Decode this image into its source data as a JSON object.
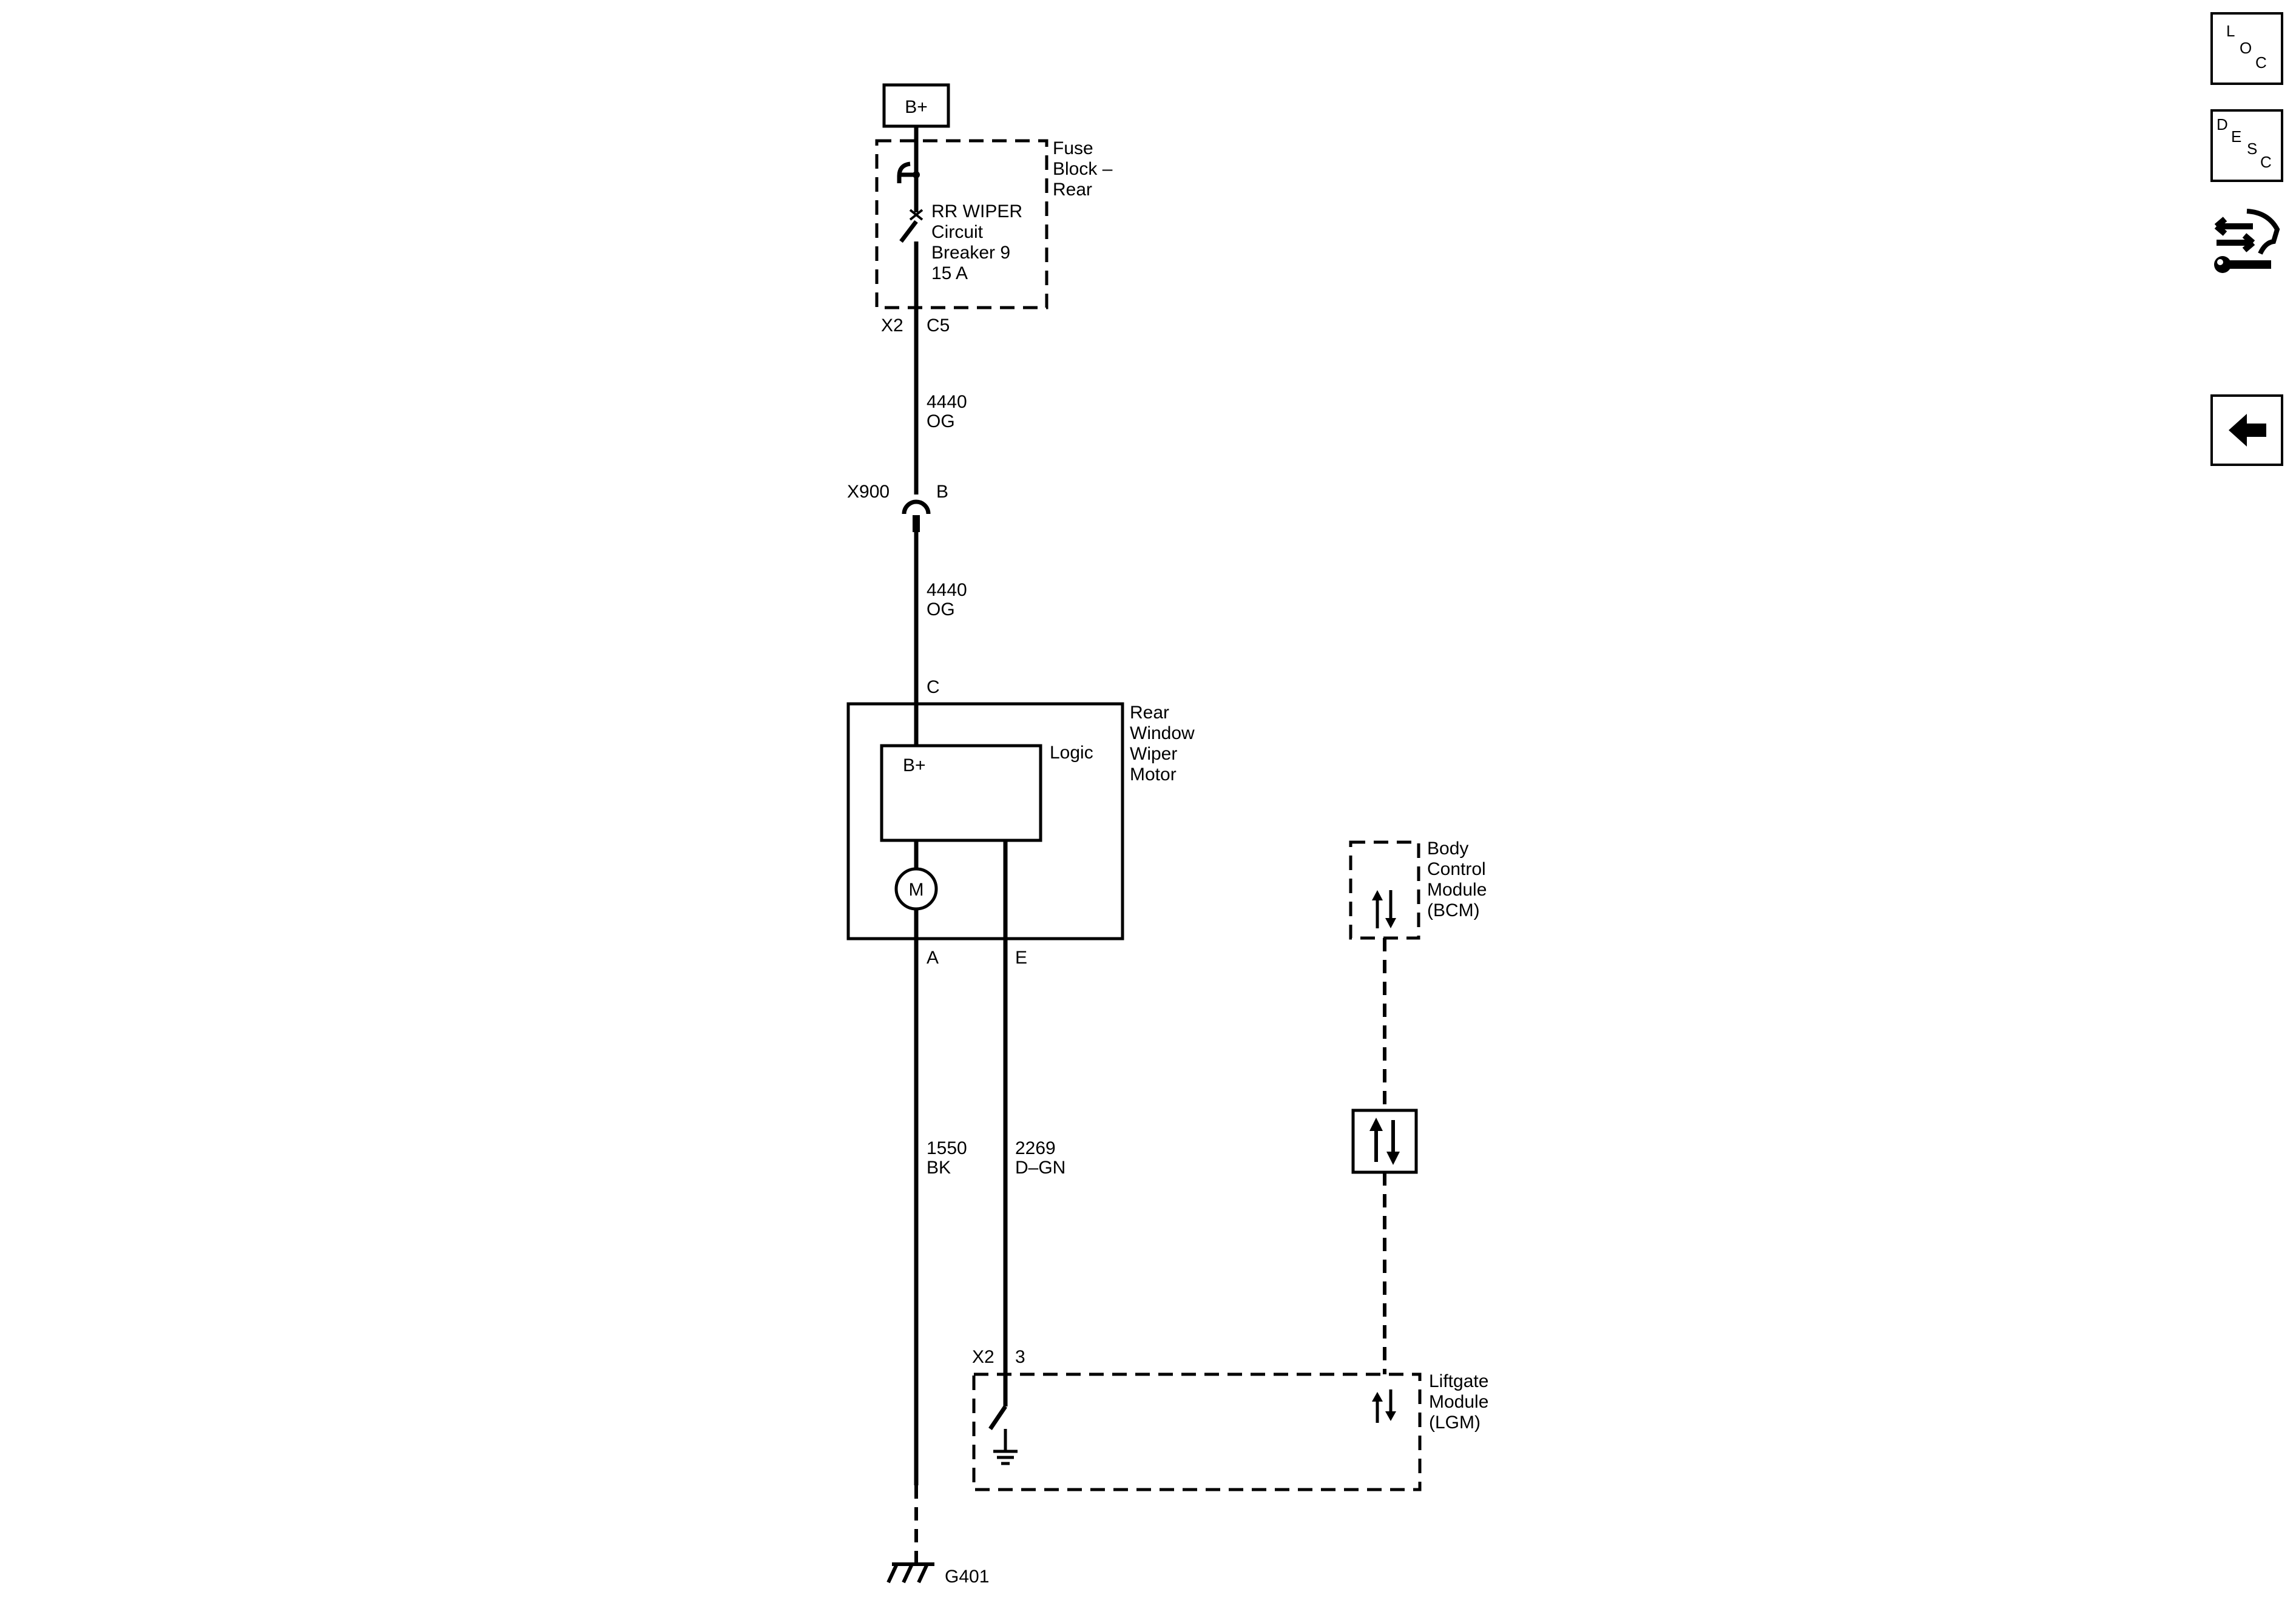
{
  "diagram": {
    "supply": "B+",
    "fuse_block": {
      "name": [
        "Fuse",
        "Block –",
        "Rear"
      ],
      "breaker": [
        "RR WIPER",
        "Circuit",
        "Breaker 9",
        "15 A"
      ],
      "conn": "X2",
      "pin": "C5"
    },
    "wire_upper": {
      "circuit": "4440",
      "color": "OG"
    },
    "inline_conn": {
      "name": "X900",
      "pin": "B"
    },
    "wire_middle": {
      "circuit": "4440",
      "color": "OG"
    },
    "motor": {
      "pin_in": "C",
      "name": [
        "Rear",
        "Window",
        "Wiper",
        "Motor"
      ],
      "logic_label": "Logic",
      "logic_bplus": "B+",
      "motor_symbol": "M",
      "pin_a": "A",
      "pin_e": "E"
    },
    "wire_ground": {
      "circuit": "1550",
      "color": "BK"
    },
    "wire_signal": {
      "circuit": "2269",
      "color": "D–GN"
    },
    "bcm": {
      "name": [
        "Body",
        "Control",
        "Module",
        "(BCM)"
      ]
    },
    "lgm": {
      "name": [
        "Liftgate",
        "Module",
        "(LGM)"
      ],
      "conn": "X2",
      "pin": "3"
    },
    "ground": {
      "name": "G401"
    }
  },
  "sidebar": {
    "loc": {
      "l": "L",
      "o": "O",
      "c": "C"
    },
    "desc": {
      "d": "D",
      "e": "E",
      "s": "S",
      "c": "C"
    }
  }
}
